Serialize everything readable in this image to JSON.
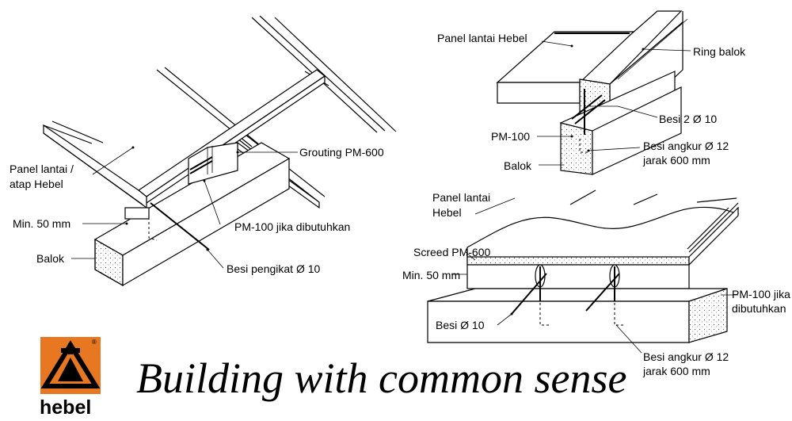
{
  "diagram_left": {
    "panel_label": "Panel lantai /\natap Hebel",
    "grouting_label": "Grouting PM-600",
    "min_label": "Min. 50 mm",
    "balok_label": "Balok",
    "pm100_label": "PM-100 jika dibutuhkan",
    "besi_pengikat_label": "Besi pengikat Ø 10"
  },
  "diagram_top_right": {
    "panel_label": "Panel lantai Hebel",
    "ring_balok_label": "Ring balok",
    "besi2_label": "Besi 2 Ø 10",
    "pm100_label": "PM-100",
    "besi_angkur_label": "Besi angkur Ø 12\njarak 600 mm",
    "balok_label": "Balok"
  },
  "diagram_bottom_right": {
    "panel_label": "Panel lantai\nHebel",
    "screed_label": "Screed PM-600",
    "min_label": "Min. 50 mm",
    "pm100_label": "PM-100 jika\ndibutuhkan",
    "besi_label": "Besi Ø 10",
    "besi_angkur_label": "Besi angkur Ø 12\njarak 600 mm"
  },
  "brand": {
    "name": "hebel",
    "registered": "®",
    "tagline": "Building with common sense",
    "logo_color": "#e87722"
  }
}
